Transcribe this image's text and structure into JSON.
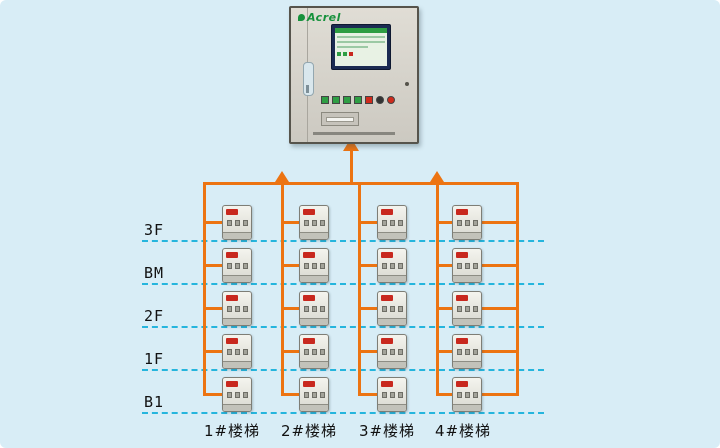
{
  "cabinet": {
    "brand": "Acrel"
  },
  "diagram": {
    "floors": [
      "3F",
      "BM",
      "2F",
      "1F",
      "B1"
    ],
    "staircases": [
      "1#楼梯",
      "2#楼梯",
      "3#楼梯",
      "4#楼梯"
    ],
    "colors": {
      "background": "#d8edf6",
      "bus_line": "#ec7412",
      "floor_dashed_line": "#25b5dd",
      "cabinet_body": "#d6d3cb",
      "device_accent": "#c8281e",
      "brand_green": "#17913c"
    }
  }
}
